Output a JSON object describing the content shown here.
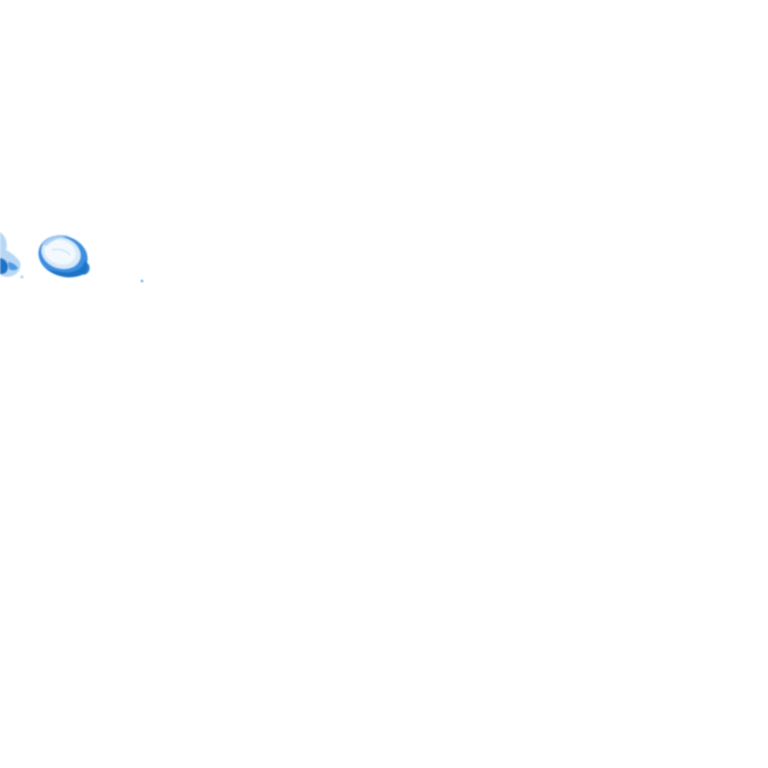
{
  "colors": {
    "background": "#ffffff",
    "blob_dark": "#1e73c8",
    "blob_mid": "#3a8fe0",
    "blob_light": "#9fcaf2",
    "blob_pale": "#d6ebfb"
  },
  "elements": {
    "blob_left": "paint-splash",
    "blob_ring": "paint-ring",
    "speck": "paint-speck"
  }
}
